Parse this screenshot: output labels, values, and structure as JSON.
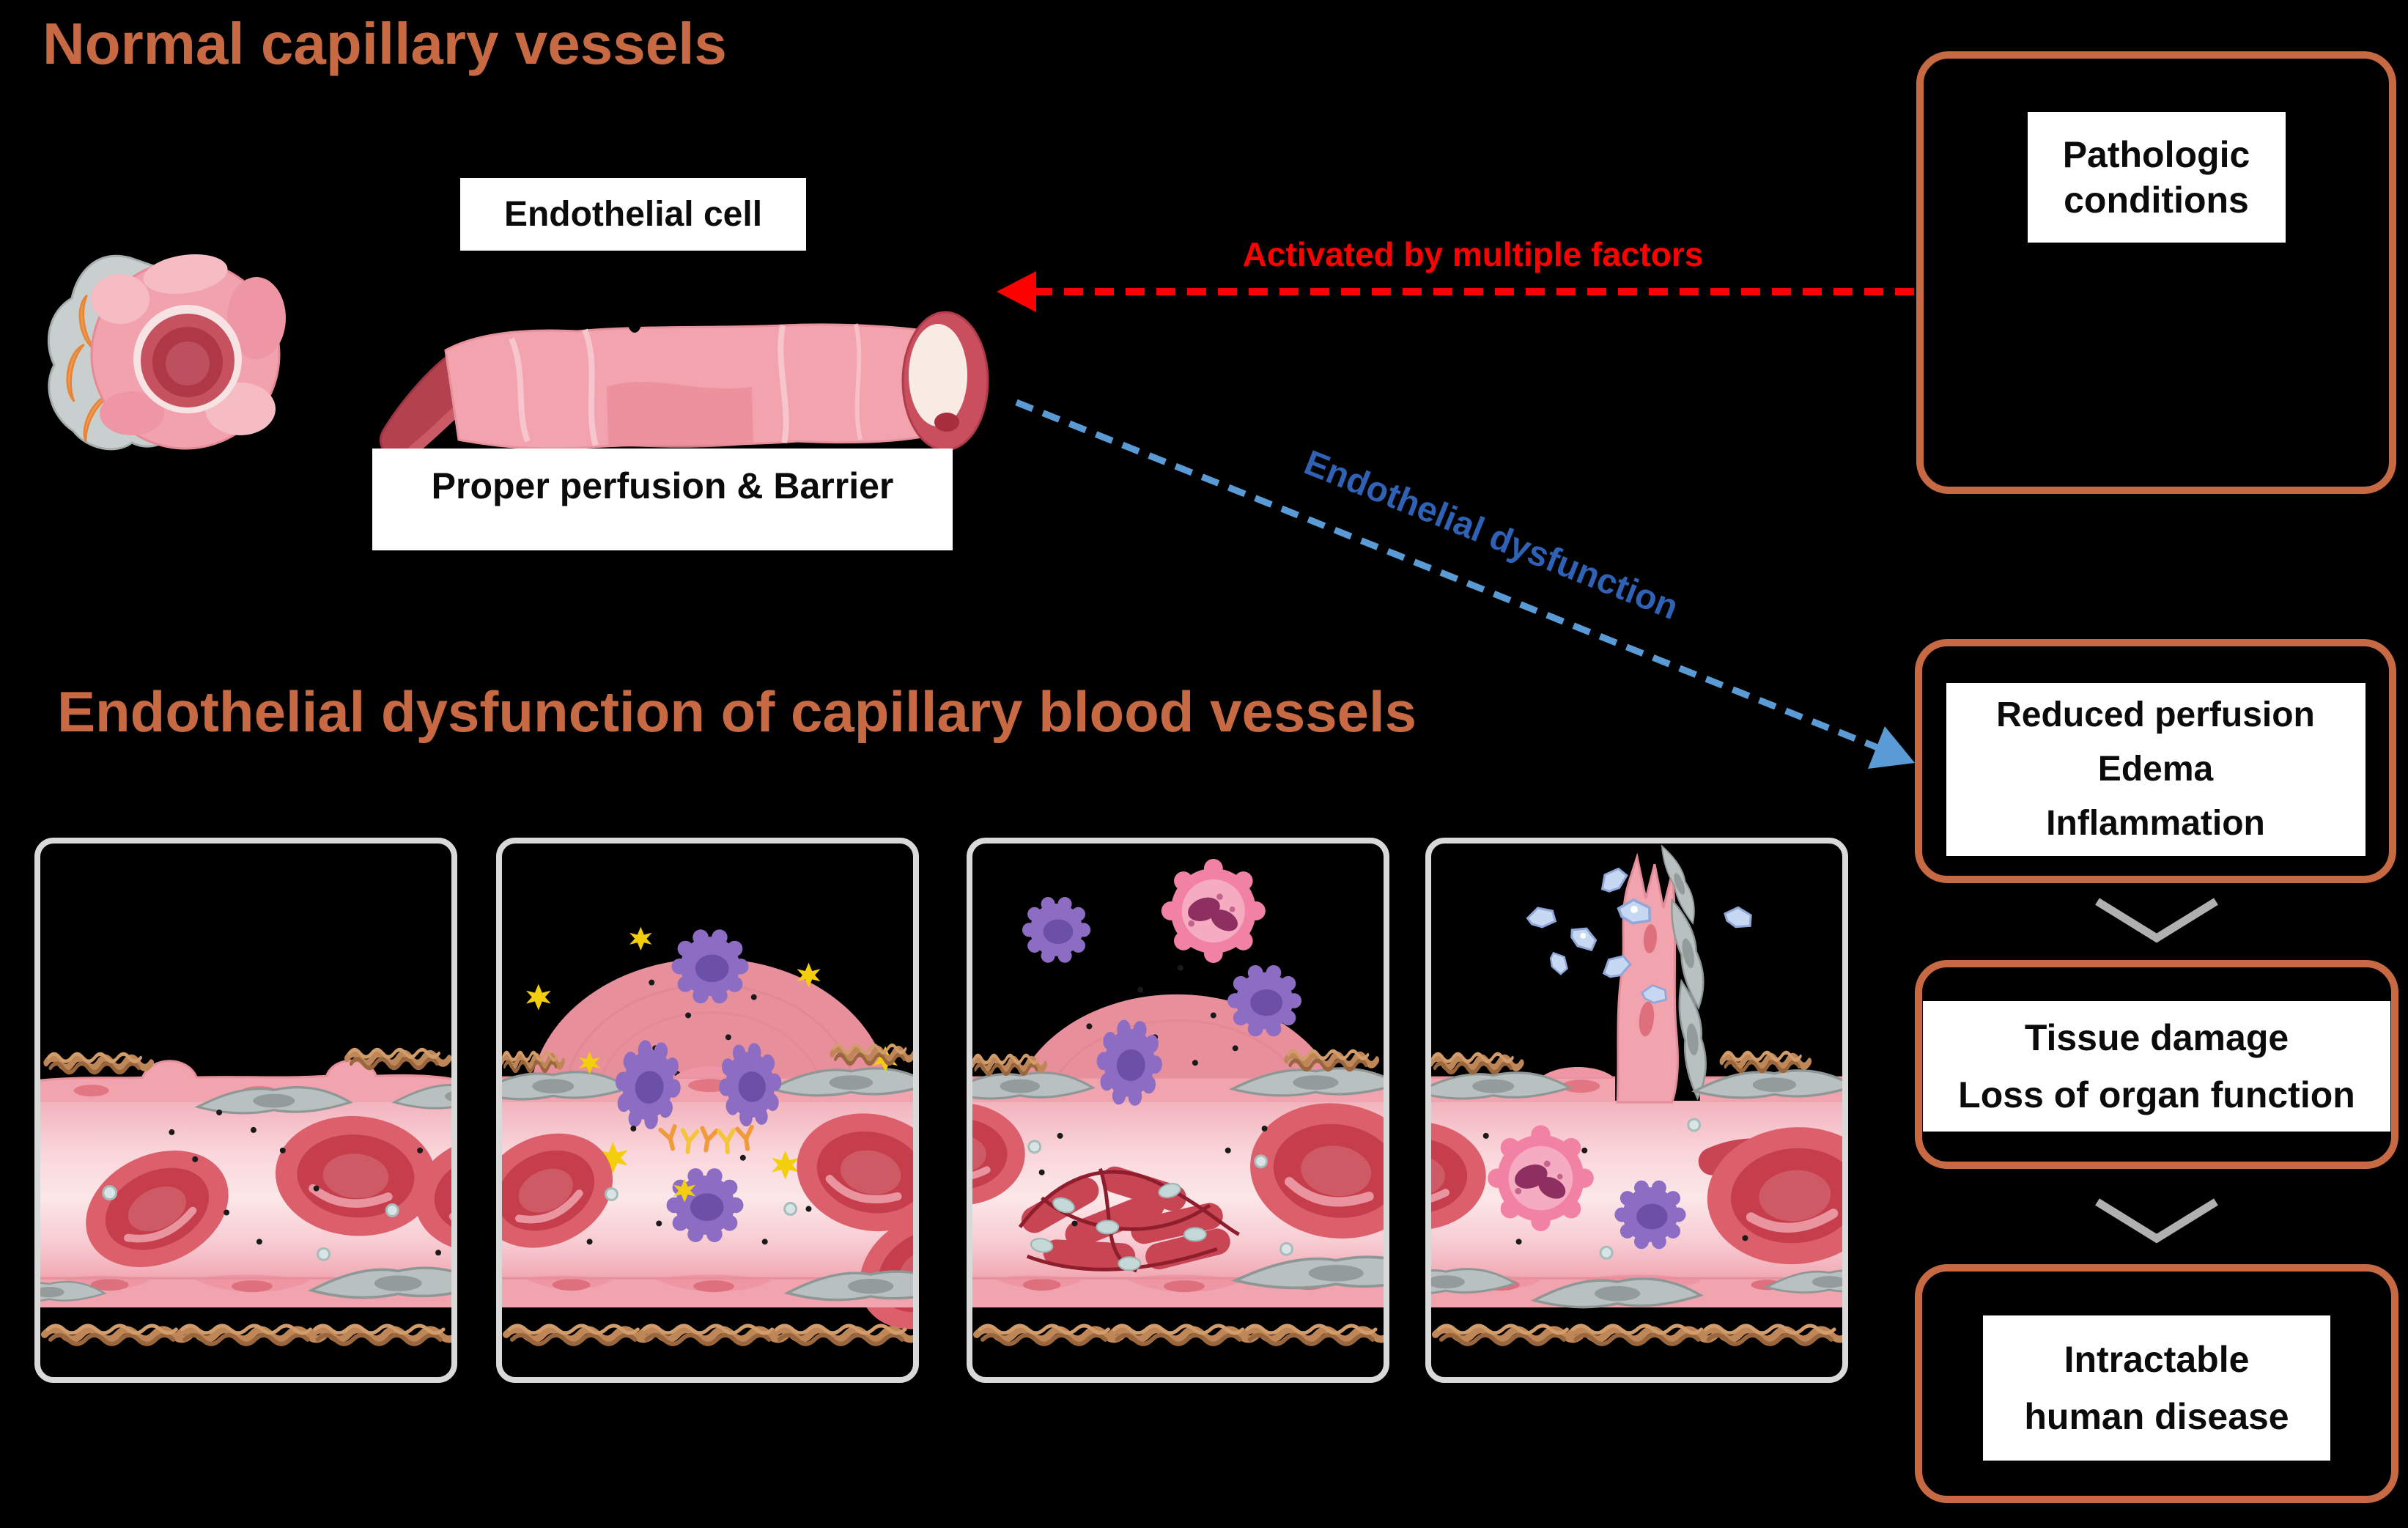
{
  "figure": {
    "colors": {
      "accent": "#C76A44",
      "red": "#FF0000",
      "blue_arrow": "#5B9BD5",
      "blue_text": "#2F62B5",
      "chevron": "#B0B0B0"
    },
    "section_normal": {
      "title": "Normal capillary vessels",
      "labels": {
        "endothelial_cell": "Endothelial cell",
        "perfusion": "Proper perfusion & Barrier"
      }
    },
    "section_dysfunction": {
      "title": "Endothelial dysfunction of capillary blood vessels"
    },
    "arrows": {
      "activated_label": "Activated by multiple factors",
      "dysfunction_label": "Endothelial dysfunction"
    },
    "flow": [
      {
        "id": "pathologic-conditions",
        "lines": [
          "Pathologic",
          "conditions"
        ]
      },
      {
        "id": "reduced-perfusion-edema-inflammation",
        "lines": [
          "Reduced perfusion",
          "Edema",
          "Inflammation"
        ]
      },
      {
        "id": "tissue-damage-loss-of-organ-function",
        "lines": [
          "Tissue damage",
          "Loss of organ function"
        ]
      },
      {
        "id": "intractable-human-disease",
        "lines": [
          "Intractable",
          "human disease"
        ]
      }
    ],
    "panels": [
      {
        "id": "normal-capillary",
        "icon": "normal-capillary-panel-illustration"
      },
      {
        "id": "leukocyte-infiltration-edema",
        "icon": "inflamed-capillary-panel-illustration"
      },
      {
        "id": "thrombosis",
        "icon": "thrombosed-capillary-panel-illustration"
      },
      {
        "id": "vessel-disruption-sprouting",
        "icon": "disrupted-capillary-panel-illustration"
      }
    ]
  }
}
